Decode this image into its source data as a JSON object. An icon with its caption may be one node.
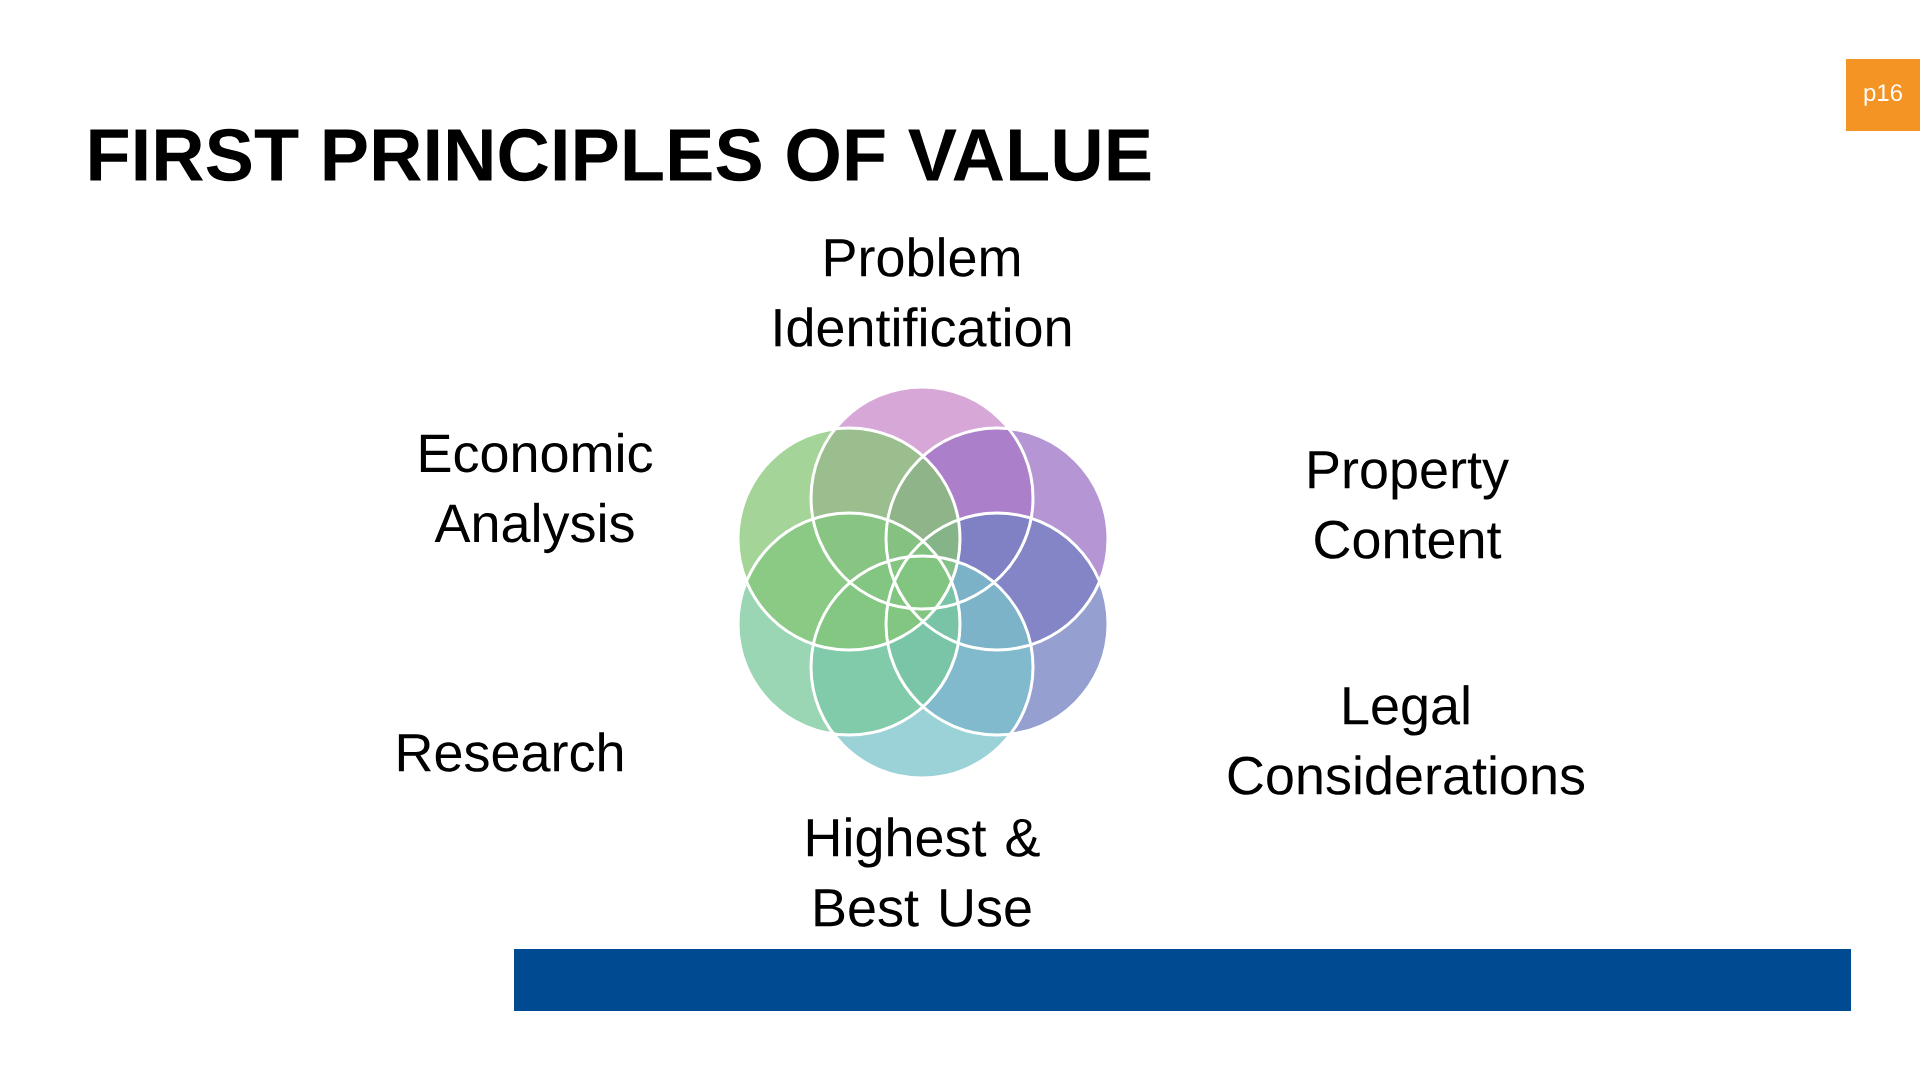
{
  "diagram": {
    "title": "FIRST PRINCIPLES OF VALUE",
    "labels": [
      "p16",
      "Problem Identification",
      "Economic Analysis",
      "Property Content",
      "Research",
      "Legal Considerations",
      "Highest & Best Use"
    ]
  }
}
